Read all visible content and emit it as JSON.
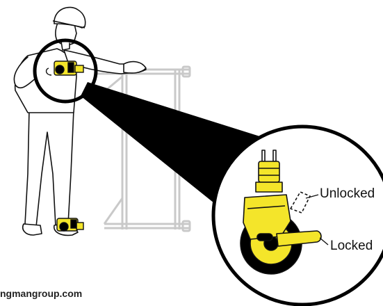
{
  "labels": {
    "unlocked": "Unlocked",
    "locked": "Locked"
  },
  "footer": {
    "text": "ngmangroup.com"
  },
  "colors": {
    "line": "#111111",
    "frame": "#c8c8c8",
    "accent_yellow": "#f4e52a",
    "black": "#000000",
    "background": "#ffffff"
  },
  "icons": {
    "person": "worker-figure",
    "frame": "scaffold-frame",
    "caster": "caster-wheel"
  }
}
